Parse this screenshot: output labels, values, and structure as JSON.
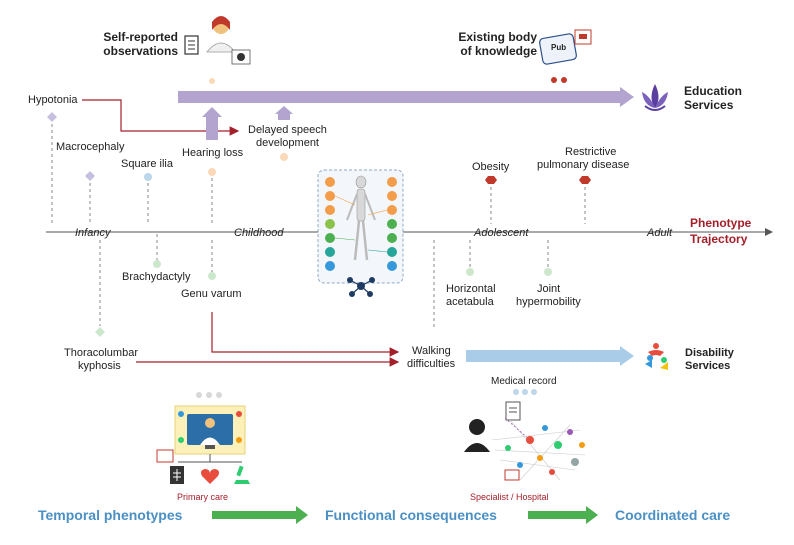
{
  "sources": {
    "self_reported": [
      "Self-reported",
      "observations"
    ],
    "knowledge": [
      "Existing body",
      "of knowledge"
    ],
    "knowledge_badge": "Pub"
  },
  "services": {
    "education": [
      "Education",
      "Services"
    ],
    "disability": [
      "Disability",
      "Services"
    ]
  },
  "phenotypes": {
    "hypotonia": "Hypotonia",
    "macrocephaly": "Macrocephaly",
    "square_ilia": "Square ilia",
    "hearing_loss": "Hearing loss",
    "delayed_speech": [
      "Delayed speech",
      "development"
    ],
    "obesity": "Obesity",
    "restrictive_pulmonary": [
      "Restrictive",
      "pulmonary disease"
    ],
    "brachydactyly": "Brachydactyly",
    "genu_varum": "Genu varum",
    "horizontal_acetabula": [
      "Horizontal",
      "acetabula"
    ],
    "joint_hypermobility": [
      "Joint",
      "hypermobility"
    ],
    "thoracolumbar": [
      "Thoracolumbar",
      "kyphosis"
    ],
    "walking": [
      "Walking",
      "difficulties"
    ]
  },
  "timeline": {
    "stages": [
      "Infancy",
      "Childhood",
      "Adolescent",
      "Adult"
    ],
    "trajectory": [
      "Phenotype",
      "Trajectory"
    ]
  },
  "care": {
    "medical_record": "Medical record",
    "primary_care": "Primary care",
    "specialist": "Specialist / Hospital"
  },
  "flow": {
    "temporal": "Temporal phenotypes",
    "functional": "Functional consequences",
    "coordinated": "Coordinated care"
  },
  "colors": {
    "purple": "#b3a3cf",
    "blue_bar": "#a9cde8",
    "dark_red": "#a3202a",
    "green_arrow": "#4caf50",
    "flow_text": "#4a90c4"
  }
}
